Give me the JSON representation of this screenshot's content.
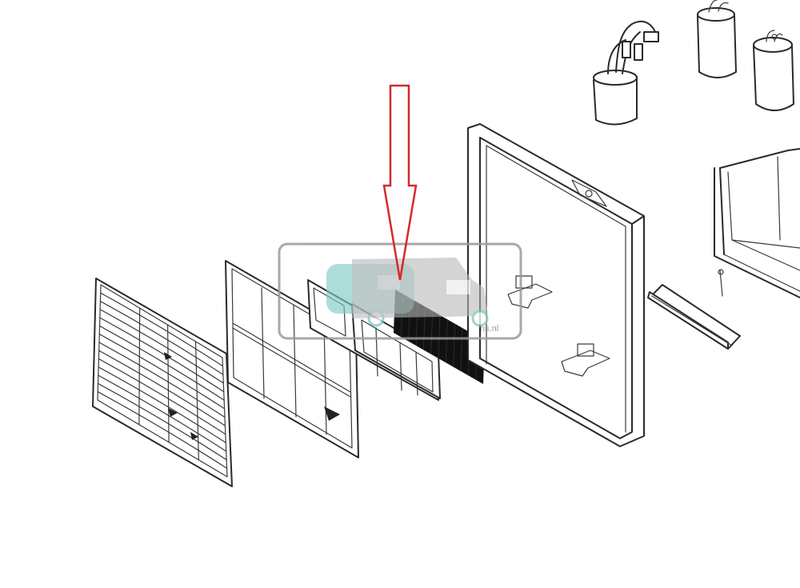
{
  "diagram": {
    "parts": [
      {
        "id": "front-grille",
        "label": ""
      },
      {
        "id": "filter-frame",
        "label": ""
      },
      {
        "id": "inner-frame",
        "label": ""
      },
      {
        "id": "carbon-filter",
        "label": ""
      },
      {
        "id": "back-panel",
        "label": ""
      },
      {
        "id": "mounting-bracket",
        "label": ""
      },
      {
        "id": "capacitor-wiring",
        "label": ""
      },
      {
        "id": "capacitor-1",
        "label": ""
      },
      {
        "id": "capacitor-2",
        "label": ""
      },
      {
        "id": "housing-tray",
        "label": ""
      }
    ],
    "highlighted_part": "carbon-filter"
  },
  "watermark": {
    "suffix": "ns.nl"
  },
  "colors": {
    "line": "#2a2a2a",
    "arrow": "#d42a2a",
    "filter": "#111111",
    "watermark_border": "#9a9a9a",
    "watermark_teal": "#7ec9c4",
    "watermark_grey": "#b8b8b8"
  }
}
